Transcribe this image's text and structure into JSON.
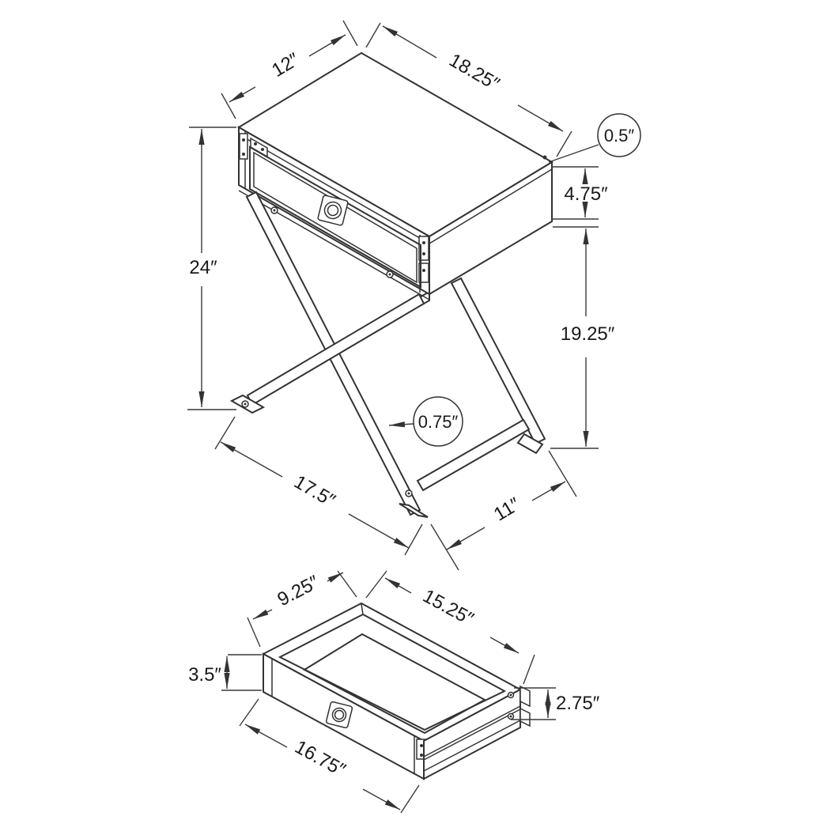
{
  "page": {
    "background": "#ffffff",
    "line_color": "#333333",
    "text_color": "#1a1a1a",
    "description": "Dimensioned isometric line drawing of an X-frame accent table and its drawer"
  },
  "table_view": {
    "name": "accent table isometric view",
    "dims": {
      "top_depth": "12″",
      "top_width": "18.25″",
      "top_thickness": "0.5″",
      "drawer_box_height": "4.75″",
      "overall_height": "24″",
      "leg_height": "19.25″",
      "leg_thickness": "0.75″",
      "base_front_span": "17.5″",
      "base_side_span": "11″"
    }
  },
  "drawer_view": {
    "name": "drawer isometric view",
    "dims": {
      "top_depth": "9.25″",
      "top_width": "15.25″",
      "front_height": "3.5″",
      "side_height": "2.75″",
      "front_width": "16.75″"
    }
  }
}
